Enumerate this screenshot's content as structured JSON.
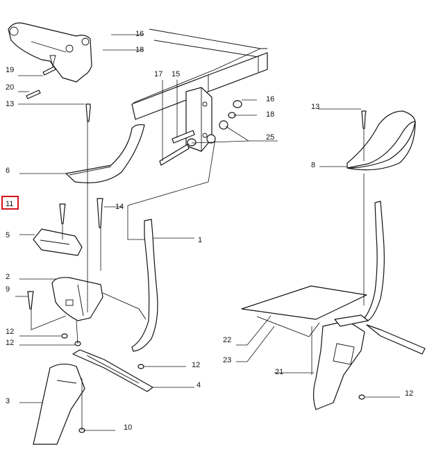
{
  "callouts": {
    "16a": "16",
    "18a": "18",
    "19": "19",
    "20": "20",
    "13a": "13",
    "17": "17",
    "15": "15",
    "16b": "16",
    "18b": "18",
    "25": "25",
    "13b": "13",
    "8": "8",
    "6": "6",
    "11": "11",
    "14": "14",
    "5": "5",
    "1": "1",
    "2": "2",
    "9": "9",
    "12a": "12",
    "12b": "12",
    "22": "22",
    "23": "23",
    "12c": "12",
    "21": "21",
    "4": "4",
    "12d": "12",
    "3": "3",
    "10": "10"
  },
  "colors": {
    "highlight": "#d4141c",
    "line": "#111111",
    "background": "#ffffff"
  }
}
